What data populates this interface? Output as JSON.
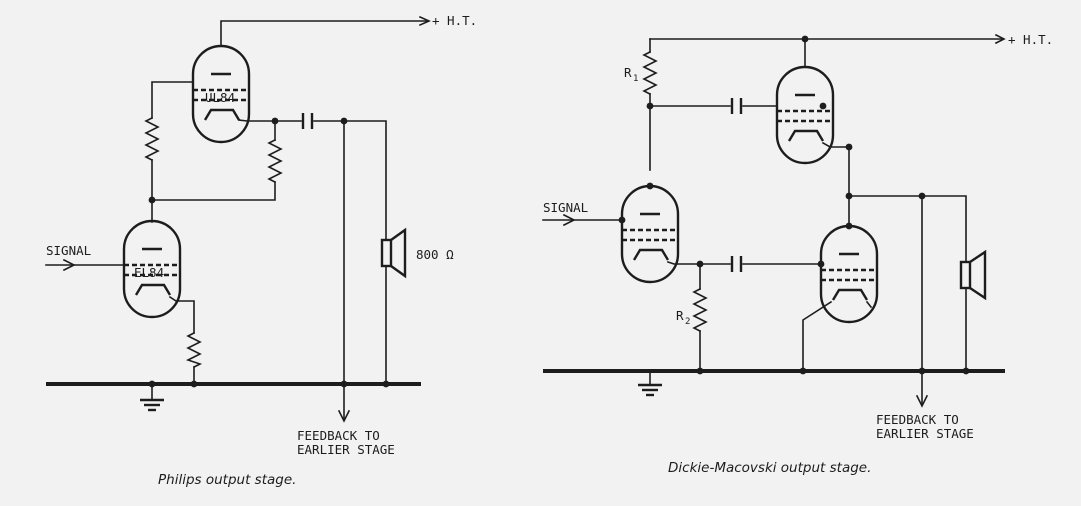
{
  "philips": {
    "ht_label": "+ H.T.",
    "signal_label": "SIGNAL",
    "upper_tube_label": "UL84",
    "lower_tube_label": "EL84",
    "speaker_impedance": "800 Ω",
    "feedback_line1": "FEEDBACK TO",
    "feedback_line2": "EARLIER STAGE",
    "caption": "Philips output stage."
  },
  "dickie": {
    "ht_label": "+ H.T.",
    "signal_label": "SIGNAL",
    "r1_letter": "R",
    "r1_sub": "1",
    "r2_letter": "R",
    "r2_sub": "2",
    "feedback_line1": "FEEDBACK TO",
    "feedback_line2": "EARLIER STAGE",
    "caption": "Dickie-Macovski output stage."
  }
}
